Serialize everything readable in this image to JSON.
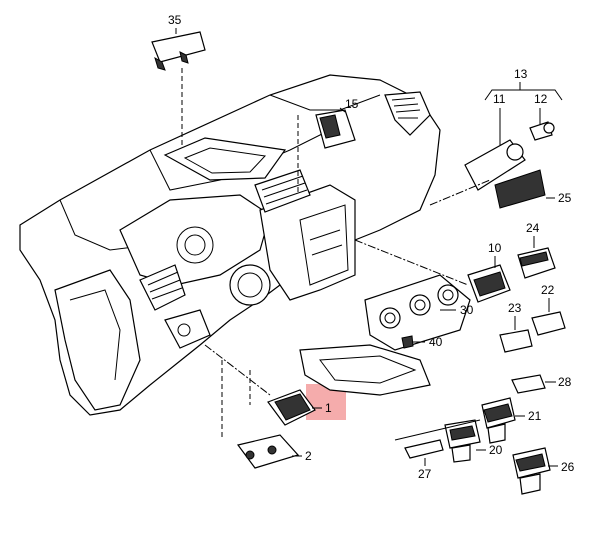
{
  "labels": {
    "p35": "35",
    "p15": "15",
    "p13": "13",
    "p11": "11",
    "p12": "12",
    "p25": "25",
    "p24": "24",
    "p10": "10",
    "p22": "22",
    "p23": "23",
    "p30": "30",
    "p40": "40",
    "p28": "28",
    "p1": "1",
    "p21": "21",
    "p2": "2",
    "p20": "20",
    "p27": "27",
    "p26": "26"
  },
  "highlight": {
    "part": "1",
    "color": "#f4a3a3"
  }
}
